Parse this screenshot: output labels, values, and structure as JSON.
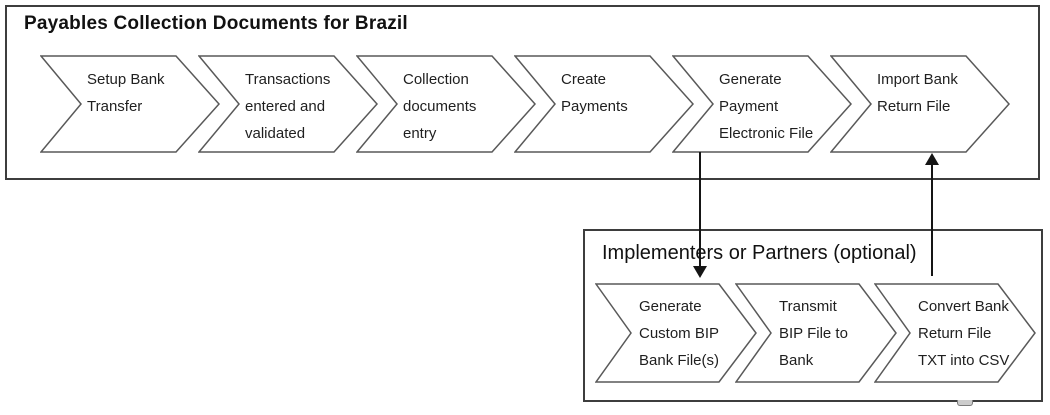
{
  "top_group": {
    "title": "Payables Collection Documents for Brazil",
    "steps": [
      {
        "label": "Setup Bank\nTransfer"
      },
      {
        "label": "Transactions\nentered and\nvalidated"
      },
      {
        "label": "Collection\ndocuments\nentry"
      },
      {
        "label": "Create\nPayments"
      },
      {
        "label": "Generate\nPayment\nElectronic File"
      },
      {
        "label": "Import Bank\nReturn File"
      }
    ]
  },
  "bottom_group": {
    "title": "Implementers or Partners (optional)",
    "steps": [
      {
        "label": "Generate\nCustom BIP\nBank File(s)"
      },
      {
        "label": "Transmit\nBIP File to\nBank"
      },
      {
        "label": "Convert Bank\nReturn File\nTXT into CSV"
      }
    ]
  },
  "connectors": [
    {
      "direction": "down",
      "from": "Generate Payment Electronic File",
      "to": "Generate Custom BIP Bank File(s)"
    },
    {
      "direction": "up",
      "from": "Convert Bank Return File TXT into CSV",
      "to": "Import Bank Return File"
    }
  ],
  "colors": {
    "background": "#ffffff",
    "container_border": "#3d3d3d",
    "chevron_border": "#595959",
    "chevron_fill": "#ffffff",
    "text": "#1f1f1f",
    "arrow": "#151515"
  }
}
